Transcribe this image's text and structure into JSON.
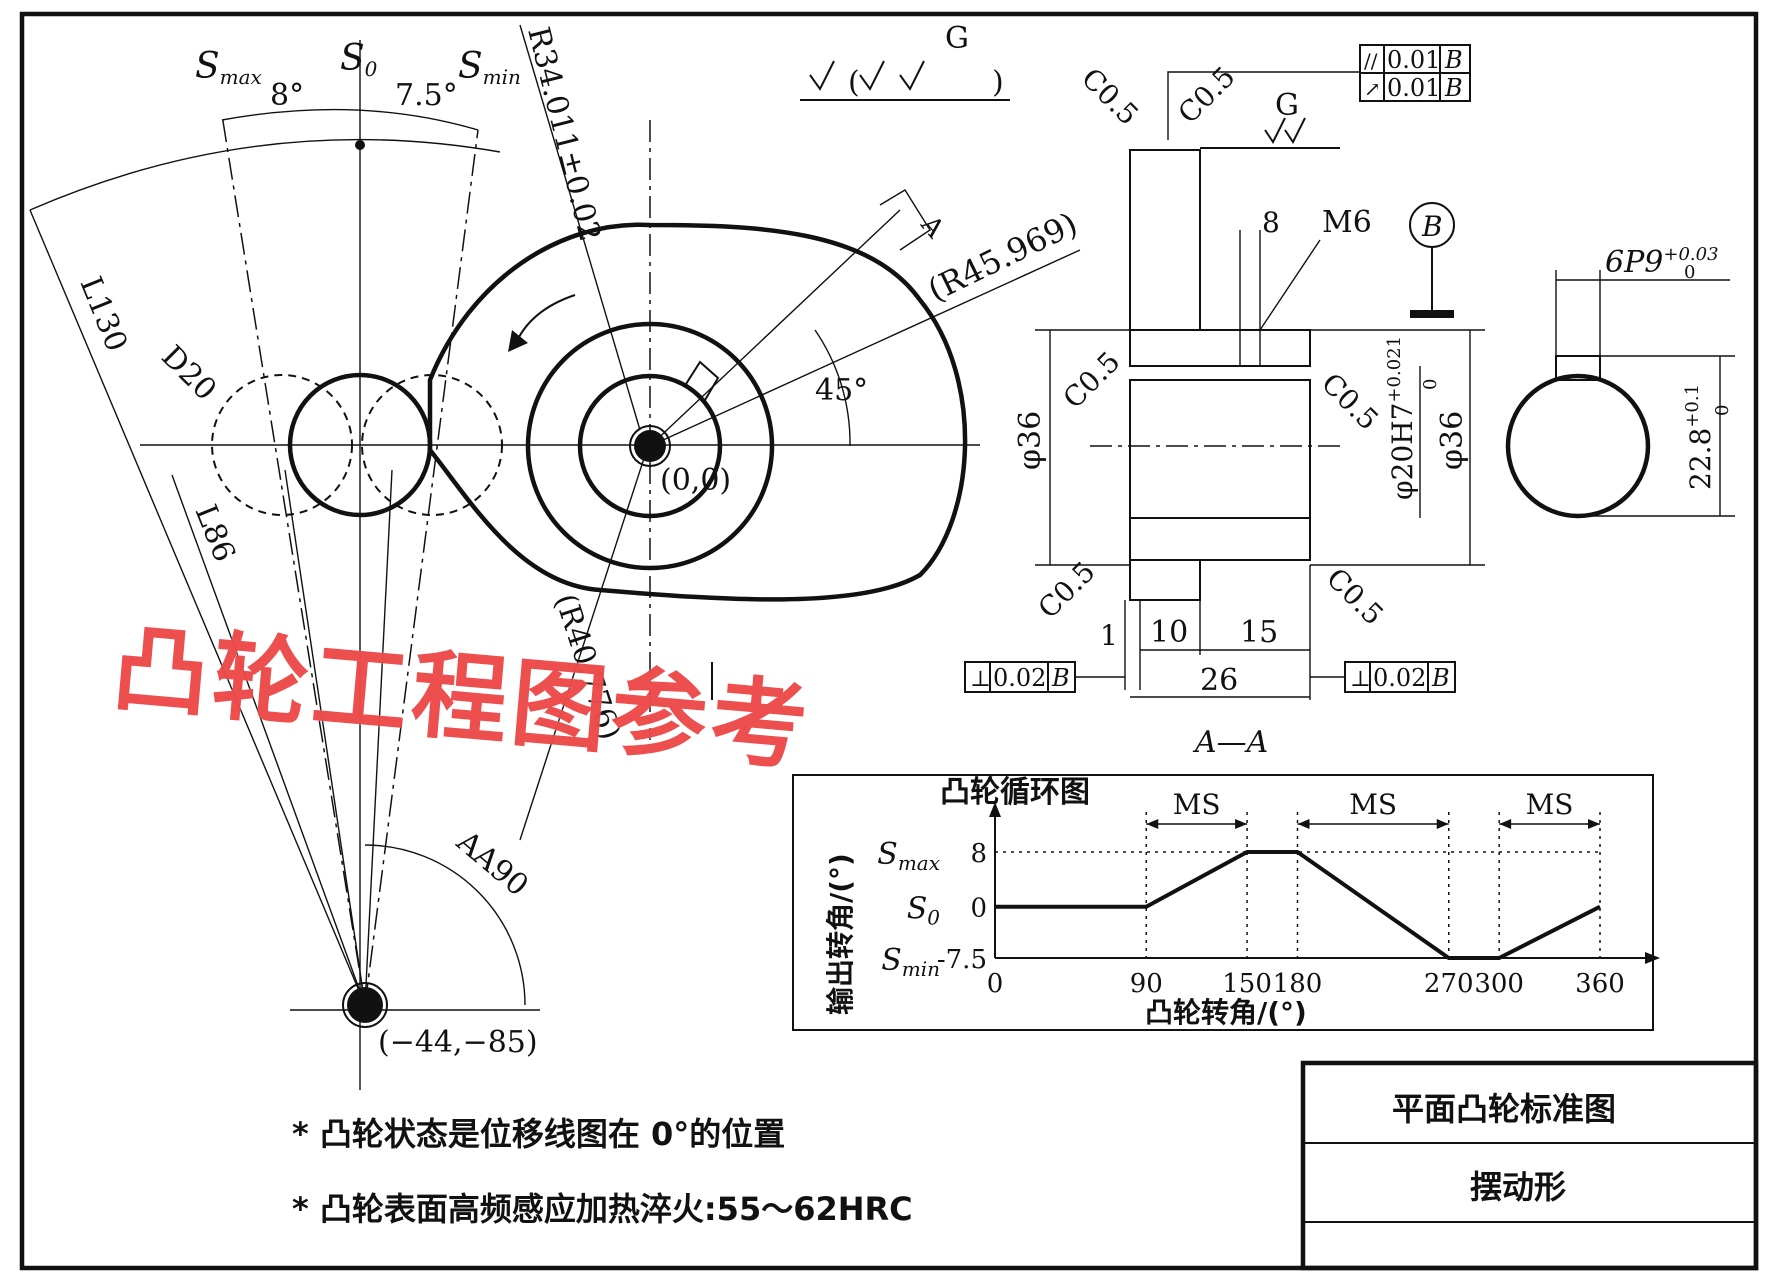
{
  "cam_view": {
    "smax": "S",
    "smax_sub": "max",
    "s0": "S",
    "s0_sub": "0",
    "smin": "S",
    "smin_sub": "min",
    "angle_8": "8°",
    "angle_7_5": "7.5°",
    "r34": "R34.011±0.02",
    "r45": "(R45.969)",
    "angle_45": "45°",
    "origin": "(0,0)",
    "pivot": "(−44,−85)",
    "l130": "L130",
    "l86": "L86",
    "d20": "D20",
    "r_lower": "(R40.776)",
    "aa90": "AA90",
    "section_mark": "A",
    "top_g": "G"
  },
  "section_view": {
    "c05": "C0.5",
    "g": "G",
    "dim_8": "8",
    "m6": "M6",
    "datum_b": "B",
    "phi36_left": "φ36",
    "phi36_right": "φ36",
    "phi20": "φ20H7",
    "phi20_tol_upper": "+0.021",
    "phi20_tol_lower": "0",
    "dim_1": "1",
    "dim_10": "10",
    "dim_15": "15",
    "dim_26": "26",
    "section_label": "A—A",
    "fcf_top_1": "0.01",
    "fcf_top_2": "0.01",
    "fcf_bottom": "0.02",
    "fcf_datum": "B"
  },
  "key_view": {
    "p9": "6P9",
    "p9_tol_upper": "+0.03",
    "p9_tol_lower": "0",
    "dim_22_8": "22.8",
    "dim_22_8_tol_upper": "+0.1",
    "dim_22_8_tol_lower": "0"
  },
  "chart_data": {
    "type": "line",
    "title": "凸轮循环图",
    "xlabel": "凸轮转角/(°)",
    "ylabel": "输出转角/(°)",
    "x": [
      0,
      90,
      150,
      180,
      270,
      300,
      360
    ],
    "series": [
      {
        "values": [
          0,
          0,
          8,
          8,
          -7.5,
          -7.5,
          0
        ]
      }
    ],
    "x_ticks": [
      "0",
      "90",
      "150",
      "180",
      "270",
      "300",
      "360"
    ],
    "y_ticks": [
      "8",
      "0",
      "-7.5"
    ],
    "y_tick_names": [
      "Smax",
      "S0",
      "Smin"
    ],
    "xlim": [
      0,
      360
    ],
    "ylim": [
      -7.5,
      8
    ],
    "segments": [
      {
        "label": "MS",
        "from": 90,
        "to": 150
      },
      {
        "label": "MS",
        "from": 180,
        "to": 270
      },
      {
        "label": "MS",
        "from": 300,
        "to": 360
      }
    ]
  },
  "title_block": {
    "row1": "平面凸轮标准图",
    "row2": "摆动形",
    "row3": ""
  },
  "notes": [
    "* 凸轮状态是位移线图在 0°的位置",
    "* 凸轮表面高频感应加热淬火:55～62HRC"
  ],
  "watermark": "凸轮工程图参考"
}
